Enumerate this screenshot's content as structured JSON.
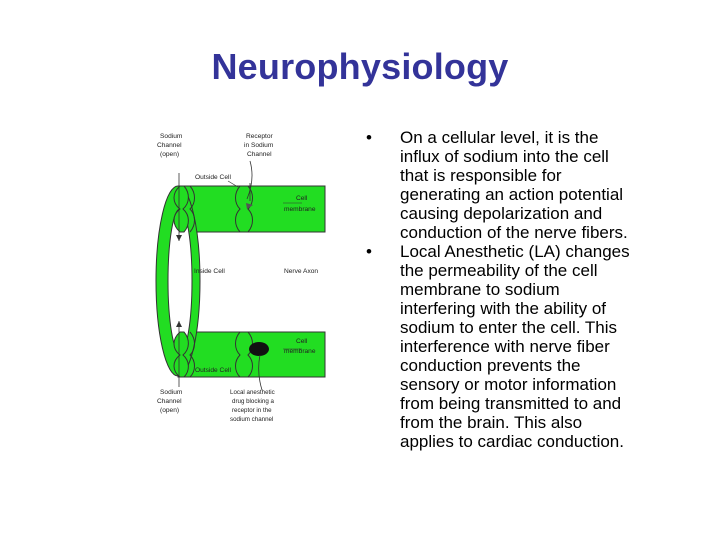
{
  "slide": {
    "title": "Neurophysiology"
  },
  "diagram": {
    "labels": {
      "sodium_channel_top": [
        "Sodium",
        "Channel",
        "(open)"
      ],
      "receptor_top": [
        "Receptor",
        "in Sodium",
        "Channel"
      ],
      "outside_cell_top": "Outside Cell",
      "cell_membrane_top": [
        "Cell",
        "membrane"
      ],
      "inside_cell": "Inside Cell",
      "nerve_axon": "Nerve Axon",
      "cell_membrane_bottom": [
        "Cell",
        "membrane"
      ],
      "outside_cell_bottom": "Outside Cell",
      "sodium_channel_bottom": [
        "Sodium",
        "Channel",
        "(open)"
      ],
      "local_anesthetic": [
        "Local anesthetic",
        "drug blocking a",
        "receptor in the",
        "sodium channel"
      ]
    },
    "colors": {
      "membrane": "#22dd22",
      "outline": "#333333",
      "blocker": "#111111"
    }
  },
  "content": {
    "bullets": [
      {
        "marker": "•",
        "lines": [
          "On a cellular level, it is the",
          "influx of sodium into the cell",
          "that is responsible for",
          "generating an action potential",
          "causing depolarization and",
          "conduction of the nerve fibers."
        ]
      },
      {
        "marker": "•",
        "lines": [
          "Local Anesthetic (LA) changes",
          "the permeability of the cell",
          "membrane to sodium",
          "interfering with the ability of",
          "sodium to enter the cell.  This",
          "interference with nerve fiber",
          "conduction prevents the",
          "sensory or motor information",
          "from being transmitted to and",
          "from the brain. This also",
          "applies to cardiac conduction."
        ]
      }
    ]
  }
}
